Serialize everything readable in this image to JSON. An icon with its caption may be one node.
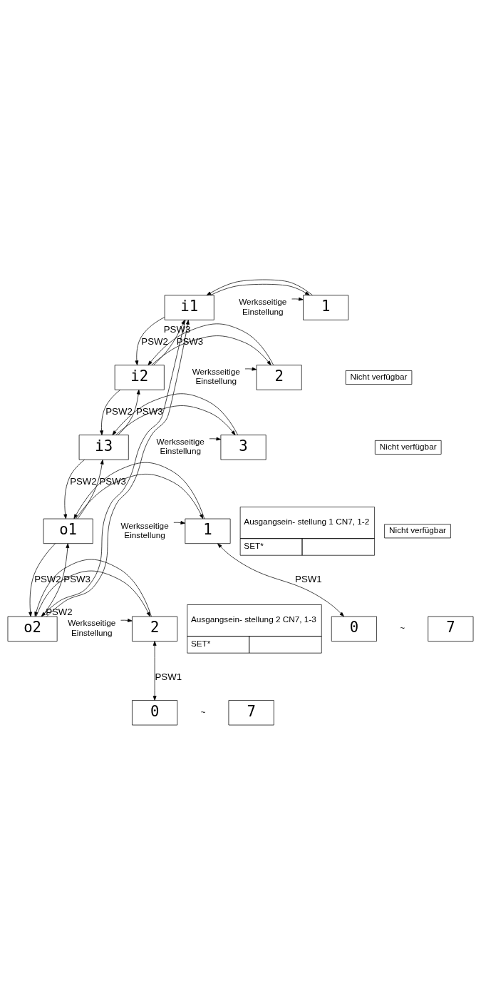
{
  "diagram": {
    "nodes": [
      {
        "text": [
          "i1"
        ]
      },
      {
        "text": [
          "1"
        ]
      },
      {
        "text": [
          "Werksseitige Einstellung"
        ]
      },
      {
        "text": [
          "Nicht verfügbar"
        ]
      },
      {
        "text": [
          "i2"
        ]
      },
      {
        "text": [
          "2"
        ]
      },
      {
        "text": [
          "Werksseitige Einstellung"
        ]
      },
      {
        "text": [
          "Nicht verfügbar"
        ]
      },
      {
        "text": [
          "i3"
        ]
      },
      {
        "text": [
          "3"
        ]
      },
      {
        "text": [
          "Werksseitige Einstellung"
        ]
      },
      {
        "text": [
          "Nicht verfügbar"
        ]
      },
      {
        "text": [
          "Ausgangsein- stellung 1 CN7, 1-2",
          "SET*"
        ]
      },
      {
        "text": [
          "o1"
        ]
      },
      {
        "text": [
          "1"
        ]
      },
      {
        "text": [
          "Werksseitige Einstellung"
        ]
      },
      {
        "text": [
          "0"
        ]
      },
      {
        "text": [
          "7"
        ]
      },
      {
        "text": [
          "Ausgangsein- stellung 2 CN7, 1-3",
          "SET*"
        ]
      },
      {
        "text": [
          "o2"
        ]
      },
      {
        "text": [
          "2"
        ]
      },
      {
        "text": [
          "Werksseitige Einstellung"
        ]
      },
      {
        "text": [
          "0"
        ]
      },
      {
        "text": [
          "7"
        ]
      }
    ],
    "edges": [
      {
        "from": 19,
        "to": 0,
        "arrow": "to",
        "label": "PSW2"
      },
      {
        "from": 0,
        "to": 19,
        "arrow": "to",
        "label": "PSW3"
      },
      {
        "from": 0,
        "to": 1,
        "arrow": "to"
      },
      {
        "from": 1,
        "to": 0,
        "arrow": "to"
      },
      {
        "from": 2,
        "to": 1,
        "arrow": "to"
      },
      {
        "from": 0,
        "to": 4,
        "arrow": "to",
        "label": "PSW2"
      },
      {
        "from": 4,
        "to": 0,
        "arrow": "to",
        "label": "PSW3"
      },
      {
        "from": 4,
        "to": 5,
        "arrow": "to"
      },
      {
        "from": 5,
        "to": 4,
        "arrow": "to"
      },
      {
        "from": 6,
        "to": 5,
        "arrow": "to"
      },
      {
        "from": 4,
        "to": 8,
        "arrow": "to",
        "label": "PSW2"
      },
      {
        "from": 8,
        "to": 4,
        "arrow": "to",
        "label": "PSW3"
      },
      {
        "from": 8,
        "to": 9,
        "arrow": "to"
      },
      {
        "from": 9,
        "to": 8,
        "arrow": "to"
      },
      {
        "from": 10,
        "to": 9,
        "arrow": "to"
      },
      {
        "from": 8,
        "to": 13,
        "arrow": "to",
        "label": "PSW2"
      },
      {
        "from": 13,
        "to": 8,
        "arrow": "to",
        "label": "PSW3"
      },
      {
        "from": 13,
        "to": 14,
        "arrow": "to"
      },
      {
        "from": 14,
        "to": 13,
        "arrow": "to"
      },
      {
        "from": 15,
        "to": 14,
        "arrow": "to"
      },
      {
        "from": 14,
        "to": 16,
        "arrow": "both",
        "label": "PSW1"
      },
      {
        "from": 13,
        "to": 19,
        "arrow": "to",
        "label": "PSW2"
      },
      {
        "from": 19,
        "to": 13,
        "arrow": "to",
        "label": "PSW3"
      },
      {
        "from": 19,
        "to": 20,
        "arrow": "to"
      },
      {
        "from": 20,
        "to": 19,
        "arrow": "to"
      },
      {
        "from": 21,
        "to": 20,
        "arrow": "to"
      },
      {
        "from": 20,
        "to": 22,
        "arrow": "both",
        "label": "PSW1"
      }
    ],
    "labels": [
      "~",
      "~"
    ]
  }
}
